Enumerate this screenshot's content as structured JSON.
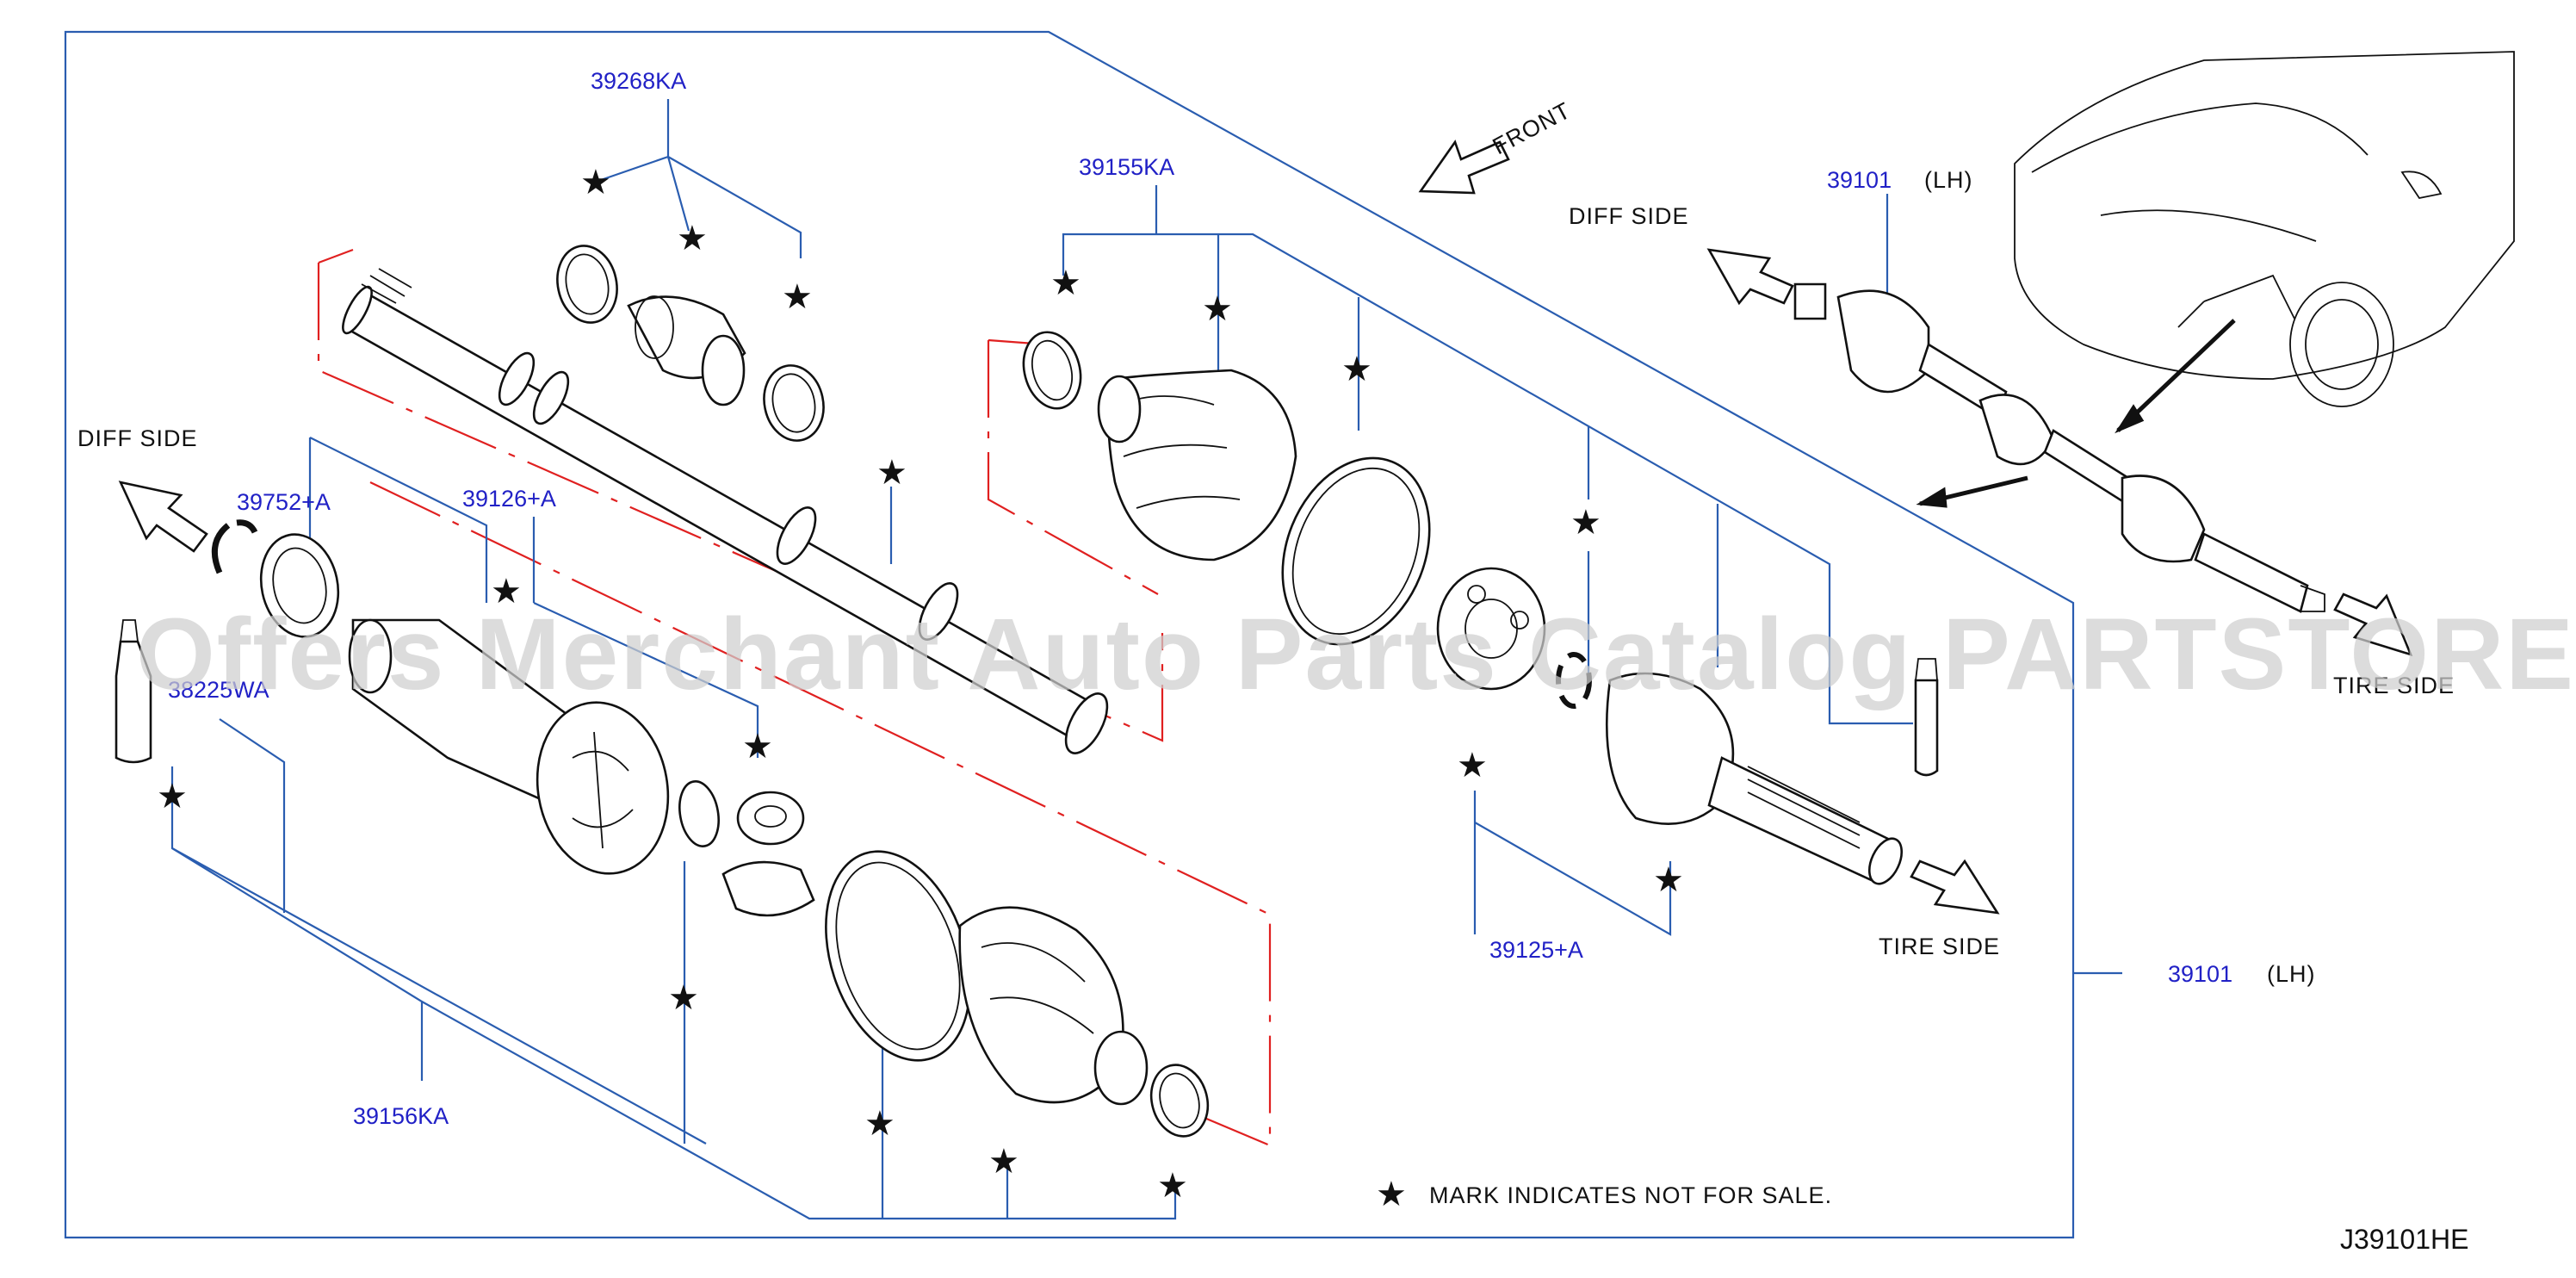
{
  "parts": {
    "p39268KA": "39268KA",
    "p39155KA": "39155KA",
    "p39101_top": "39101",
    "lh_top": "(LH)",
    "p39752A": "39752+A",
    "p39126A": "39126+A",
    "p38225WA": "38225WA",
    "p39125A": "39125+A",
    "p39101_right": "39101",
    "lh_right": "(LH)",
    "p39156KA": "39156KA"
  },
  "labels": {
    "front": "FRONT",
    "diff_side_left": "DIFF   SIDE",
    "diff_side_top": "DIFF   SIDE",
    "tire_side_mid": "TIRE   SIDE",
    "tire_side_right": "TIRE   SIDE",
    "legend": "MARK   INDICATES   NOT   FOR   SALE.",
    "diagram_code": "J39101HE",
    "star_glyph": "★"
  },
  "watermark": "Offers Merchant Auto Parts Catalog PARTSTORE.SA",
  "colors": {
    "part_label": "#2121c6",
    "leader_line": "#2a5db0",
    "phantom_line": "#e02020",
    "linework": "#111111"
  }
}
